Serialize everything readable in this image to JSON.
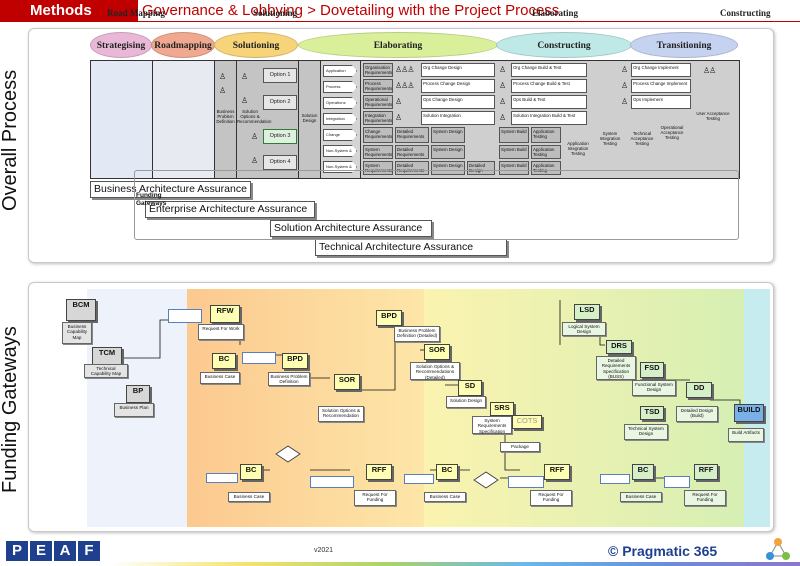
{
  "header": {
    "badge": "Methods",
    "title": "Governance & Lobbying > Dovetailing with the Project Process"
  },
  "overall": {
    "side_title": "Overall Process",
    "phases": [
      {
        "label": "Strategising",
        "color": "#e9b8d7"
      },
      {
        "label": "Roadmapping",
        "color": "#f0a890"
      },
      {
        "label": "Solutioning",
        "color": "#f7d37a"
      },
      {
        "label": "Elaborating",
        "color": "#d9ef9a"
      },
      {
        "label": "Constructing",
        "color": "#bfe9e6"
      },
      {
        "label": "Transitioning",
        "color": "#c6d3f0"
      }
    ],
    "grid": {
      "col1_label": "Business Problem Definition",
      "col2_label": "Solution Options & Recommendation",
      "options": [
        "Option 1",
        "Option 2",
        "Option 3",
        "Option 4"
      ],
      "col4_label": "Solution Design",
      "arrow_items": [
        "Application",
        "Process",
        "Operations",
        "Integration",
        "Change",
        "Non-System & Tools",
        "Non-System & Build"
      ],
      "req_rows": [
        "Organisation Requirements",
        "Process Requirements",
        "Operational Requirements",
        "Integration Requirements",
        "Change Requirements",
        "System Requirements",
        "System Requirements"
      ],
      "design_rows": [
        "Org Change Design",
        "Process Change Design",
        "Ops Change Design",
        "Solution Integration",
        "Detailed Requirements",
        "Detailed Requirements",
        "Detailed Requirements"
      ],
      "system_design": "System Design",
      "detailed_design": "Detailed Design",
      "build_rows": [
        "Org Change Build & Test",
        "Process Change Build & Test",
        "Ops Build & Test",
        "Solution Integration Build & Test"
      ],
      "system_build": "System Build",
      "app_testing": "Application Testing",
      "app_integration_testing": "Application Integration Testing",
      "system_integration_testing": "System Integration Testing",
      "technical_acceptance": "Technical Acceptance Testing",
      "operational_acceptance": "Operational Acceptance Testing",
      "user_acceptance": "User Acceptance Testing",
      "implement_rows": [
        "Org Change Implement",
        "Process Change Implement",
        "Ops Implement"
      ]
    },
    "assurance": [
      "Business Architecture Assurance",
      "Enterprise Architecture Assurance",
      "Solution Architecture Assurance",
      "Technical Architecture Assurance"
    ]
  },
  "funding": {
    "side_title": "Funding Gateways",
    "bands": [
      {
        "label": "Road Mapping",
        "color": "#eef3fb"
      },
      {
        "label": "Solutioning",
        "color": "#fdd9a0"
      },
      {
        "label": "Elaborating",
        "color": "#eef7b8"
      },
      {
        "label": "Constructing",
        "color": "#c7ecef"
      }
    ],
    "roadmap_docs": [
      {
        "code": "BCM",
        "desc": "Business Capability Map"
      },
      {
        "code": "TCM",
        "desc": "Technical Capability Map"
      },
      {
        "code": "BP",
        "desc": "Business Plan"
      }
    ],
    "solutioning_docs": [
      {
        "code": "RFW",
        "desc": "Request For Work"
      },
      {
        "code": "BC",
        "desc": "Business Case"
      },
      {
        "code": "BPD",
        "desc": "Business Problem Definition"
      },
      {
        "code": "SOR",
        "desc": "Solution Options & Recommendation"
      }
    ],
    "elaborating_docs": [
      {
        "code": "BPD",
        "desc": "Business Problem Definition (Detailed)"
      },
      {
        "code": "SOR",
        "desc": "Solution Options & Recommendations (Detailed)"
      },
      {
        "code": "SD",
        "desc": "Solution Design"
      },
      {
        "code": "SRS",
        "desc": "System Requirements Specification"
      },
      {
        "code": "COTS",
        "desc": "Package"
      }
    ],
    "construct_docs": [
      {
        "code": "LSD",
        "desc": "Logical System Design"
      },
      {
        "code": "DRS",
        "desc": "Detailed Requirements Specification (BUSS)"
      },
      {
        "code": "FSD",
        "desc": "Functional System Design"
      },
      {
        "code": "DD",
        "desc": "Detailed Design (Build)"
      },
      {
        "code": "TSD",
        "desc": "Technical System Design"
      },
      {
        "code": "BUILD",
        "desc": "Build Artifacts"
      }
    ],
    "gateways_label": "Funding Gateways",
    "gateway_docs": [
      {
        "code": "BC",
        "desc": "Business Case"
      },
      {
        "code": "RFF",
        "desc": "Request For Funding"
      },
      {
        "code": "BC",
        "desc": "Business Case"
      },
      {
        "code": "RFF",
        "desc": "Request For Funding"
      },
      {
        "code": "BC",
        "desc": "Business Case"
      },
      {
        "code": "RFF",
        "desc": "Request For Funding"
      }
    ]
  },
  "footer": {
    "logo_letters": [
      "P",
      "E",
      "A",
      "F"
    ],
    "version": "v2021",
    "brand": "© Pragmatic 365"
  }
}
